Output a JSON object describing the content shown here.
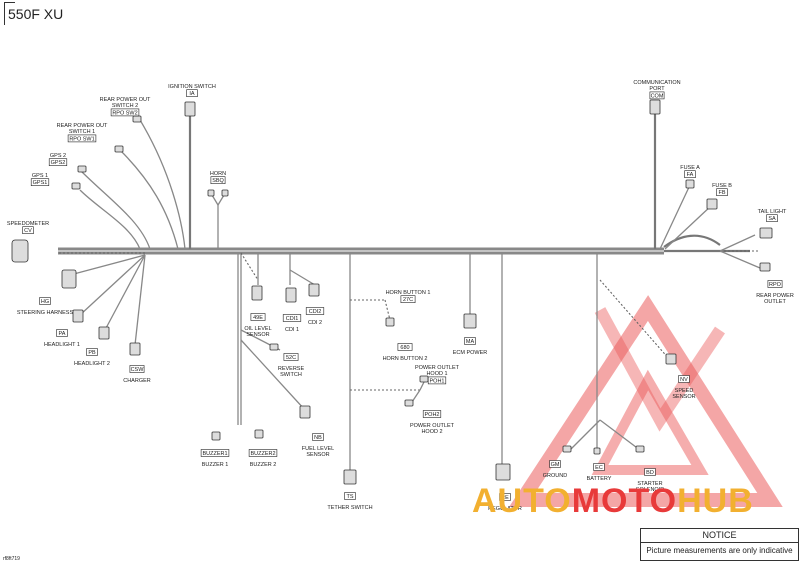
{
  "model": "550F XU",
  "document_number": "rf8ft719",
  "notice": {
    "title": "NOTICE",
    "text": "Picture measurements are only indicative"
  },
  "watermark": {
    "part1": "AUTO",
    "part2": "MOTO",
    "part3": "HUB",
    "color_orange": "#f2a020",
    "color_red": "#e02020"
  },
  "components": [
    {
      "id": "ignition",
      "label": "IGNITION SWITCH",
      "code": "IA"
    },
    {
      "id": "rpo-sw2",
      "label": "REAR POWER OUT\nSWITCH 2",
      "code": "RPO SW2"
    },
    {
      "id": "rpo-sw1",
      "label": "REAR POWER OUT\nSWITCH 1",
      "code": "RPO SW1"
    },
    {
      "id": "gps2",
      "label": "GPS 2",
      "code": "GPS2"
    },
    {
      "id": "gps1",
      "label": "GPS 1",
      "code": "GPS1"
    },
    {
      "id": "horn",
      "label": "HORN",
      "code": "SBQ"
    },
    {
      "id": "speedometer",
      "label": "SPEEDOMETER",
      "code": "CV"
    },
    {
      "id": "steering",
      "label": "STEERING HARNESS",
      "code": "HG"
    },
    {
      "id": "headlight1",
      "label": "HEADLIGHT 1",
      "code": "PA"
    },
    {
      "id": "headlight2",
      "label": "HEADLIGHT 2",
      "code": "PB"
    },
    {
      "id": "charger",
      "label": "CHARGER",
      "code": "CSW"
    },
    {
      "id": "oil",
      "label": "OIL LEVEL\nSENSOR",
      "code": "49E"
    },
    {
      "id": "cdi1",
      "label": "CDI 1",
      "code": "CDI1"
    },
    {
      "id": "cdi2",
      "label": "CDI 2",
      "code": "CDI2"
    },
    {
      "id": "reverse",
      "label": "REVERSE\nSWITCH",
      "code": "52C"
    },
    {
      "id": "fuel",
      "label": "FUEL LEVEL\nSENSOR",
      "code": "NB"
    },
    {
      "id": "buzzer1",
      "label": "BUZZER 1",
      "code": "BUZZER1"
    },
    {
      "id": "buzzer2",
      "label": "BUZZER 2",
      "code": "BUZZER2"
    },
    {
      "id": "tether",
      "label": "TETHER SWITCH",
      "code": "TS"
    },
    {
      "id": "hornbtn1",
      "label": "HORN BUTTON 1",
      "code": "27C"
    },
    {
      "id": "hornbtn2",
      "label": "HORN BUTTON 2",
      "code": "680"
    },
    {
      "id": "ecm",
      "label": "ECM POWER",
      "code": "MA"
    },
    {
      "id": "poh1",
      "label": "POWER OUTLET\nHOOD 1",
      "code": "POH1"
    },
    {
      "id": "poh2",
      "label": "POWER OUTLET\nHOOD 2",
      "code": "POH2"
    },
    {
      "id": "regulator",
      "label": "REGULATOR",
      "code": "RE"
    },
    {
      "id": "comport",
      "label": "COMMUNICATION\nPORT",
      "code": "COM"
    },
    {
      "id": "fusea",
      "label": "FUSE A",
      "code": "FA"
    },
    {
      "id": "fuseb",
      "label": "FUSE B",
      "code": "FB"
    },
    {
      "id": "taillight",
      "label": "TAIL LIGHT",
      "code": "SA"
    },
    {
      "id": "rearoutlet",
      "label": "REAR POWER\nOUTLET",
      "code": "RPO"
    },
    {
      "id": "speedsensor",
      "label": "SPEED\nSENSOR",
      "code": "NV"
    },
    {
      "id": "ground",
      "label": "GROUND",
      "code": "GM"
    },
    {
      "id": "battery",
      "label": "BATTERY",
      "code": "EC"
    },
    {
      "id": "starter",
      "label": "STARTER\nSOLENOID",
      "code": "BD"
    }
  ]
}
